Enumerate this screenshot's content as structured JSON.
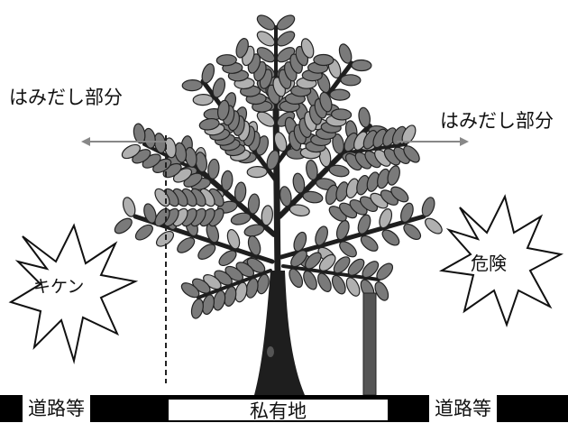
{
  "labels": {
    "overhang_left": "はみだし部分",
    "overhang_right": "はみだし部分",
    "warning_left": "キケン",
    "warning_right": "危険"
  },
  "ground": {
    "road_left": "道路等",
    "private_land": "私有地",
    "road_right": "道路等"
  },
  "colors": {
    "leaf": "#7a7a7a",
    "leaf_light": "#b0b0b0",
    "trunk": "#1e1e1e",
    "arrow": "#888888",
    "pole": "#555555"
  }
}
